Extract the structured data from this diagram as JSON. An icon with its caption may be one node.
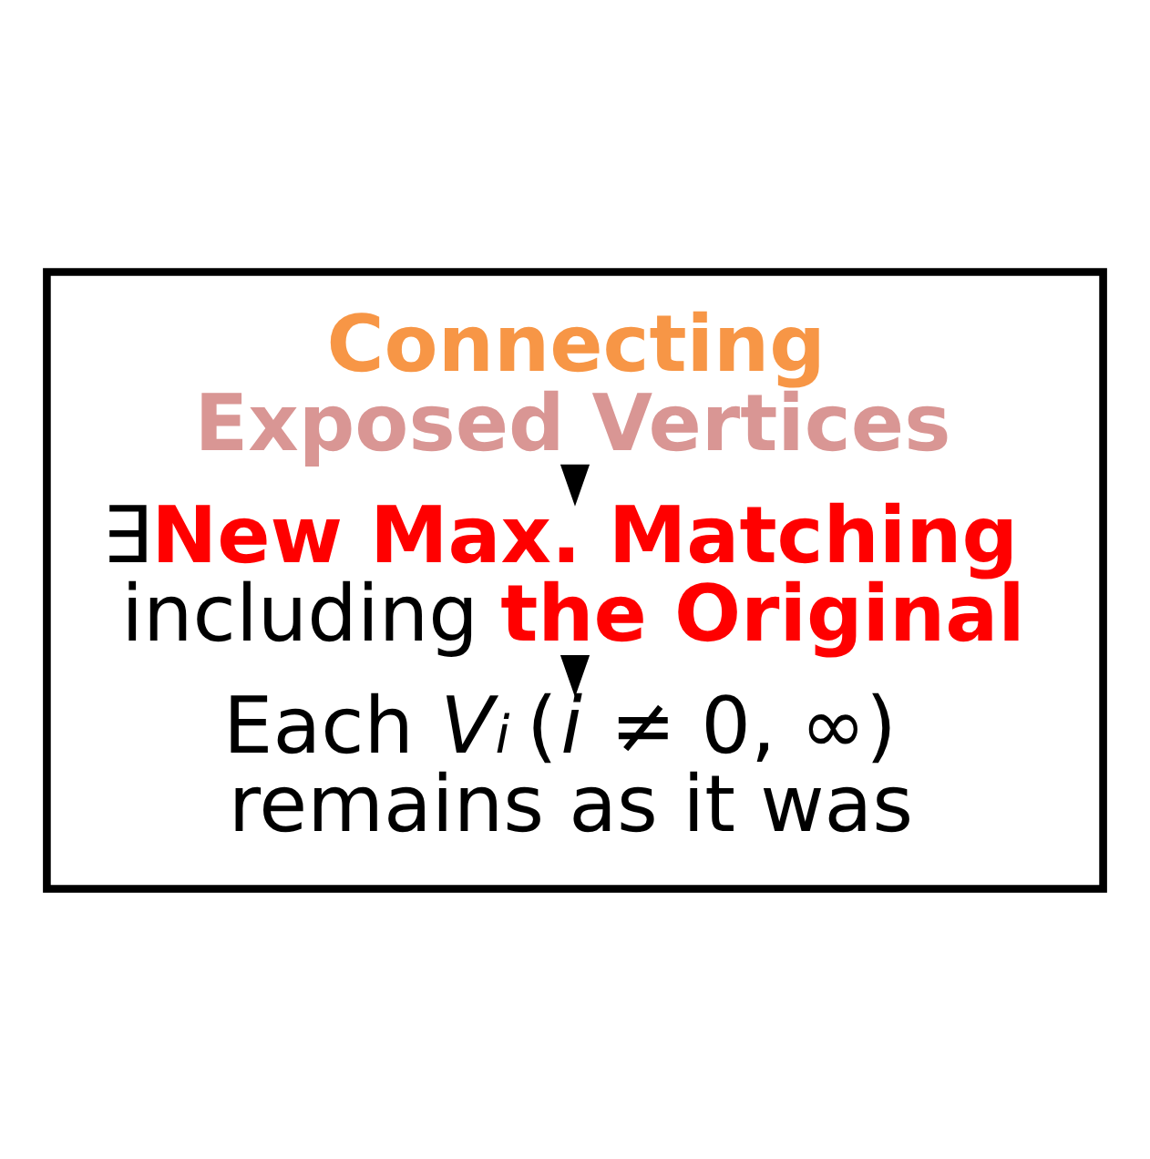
{
  "diagram": {
    "nodes": [
      {
        "text": [],
        "shape": "box"
      },
      {
        "text": [
          "Connecting",
          "Exposed Vertices"
        ],
        "in": 0
      },
      {
        "text": [
          "∃**New Max. Matching** including **the Original**"
        ],
        "in": 0
      },
      {
        "text": [
          "Each *V*$_{i}$ (*i* ≠ 0, ∞) remains as it was"
        ],
        "in": 0
      }
    ],
    "edges": [
      {
        "from": 1,
        "to": 2,
        "arrow": "to"
      },
      {
        "from": 2,
        "to": 3,
        "arrow": "to"
      }
    ]
  }
}
